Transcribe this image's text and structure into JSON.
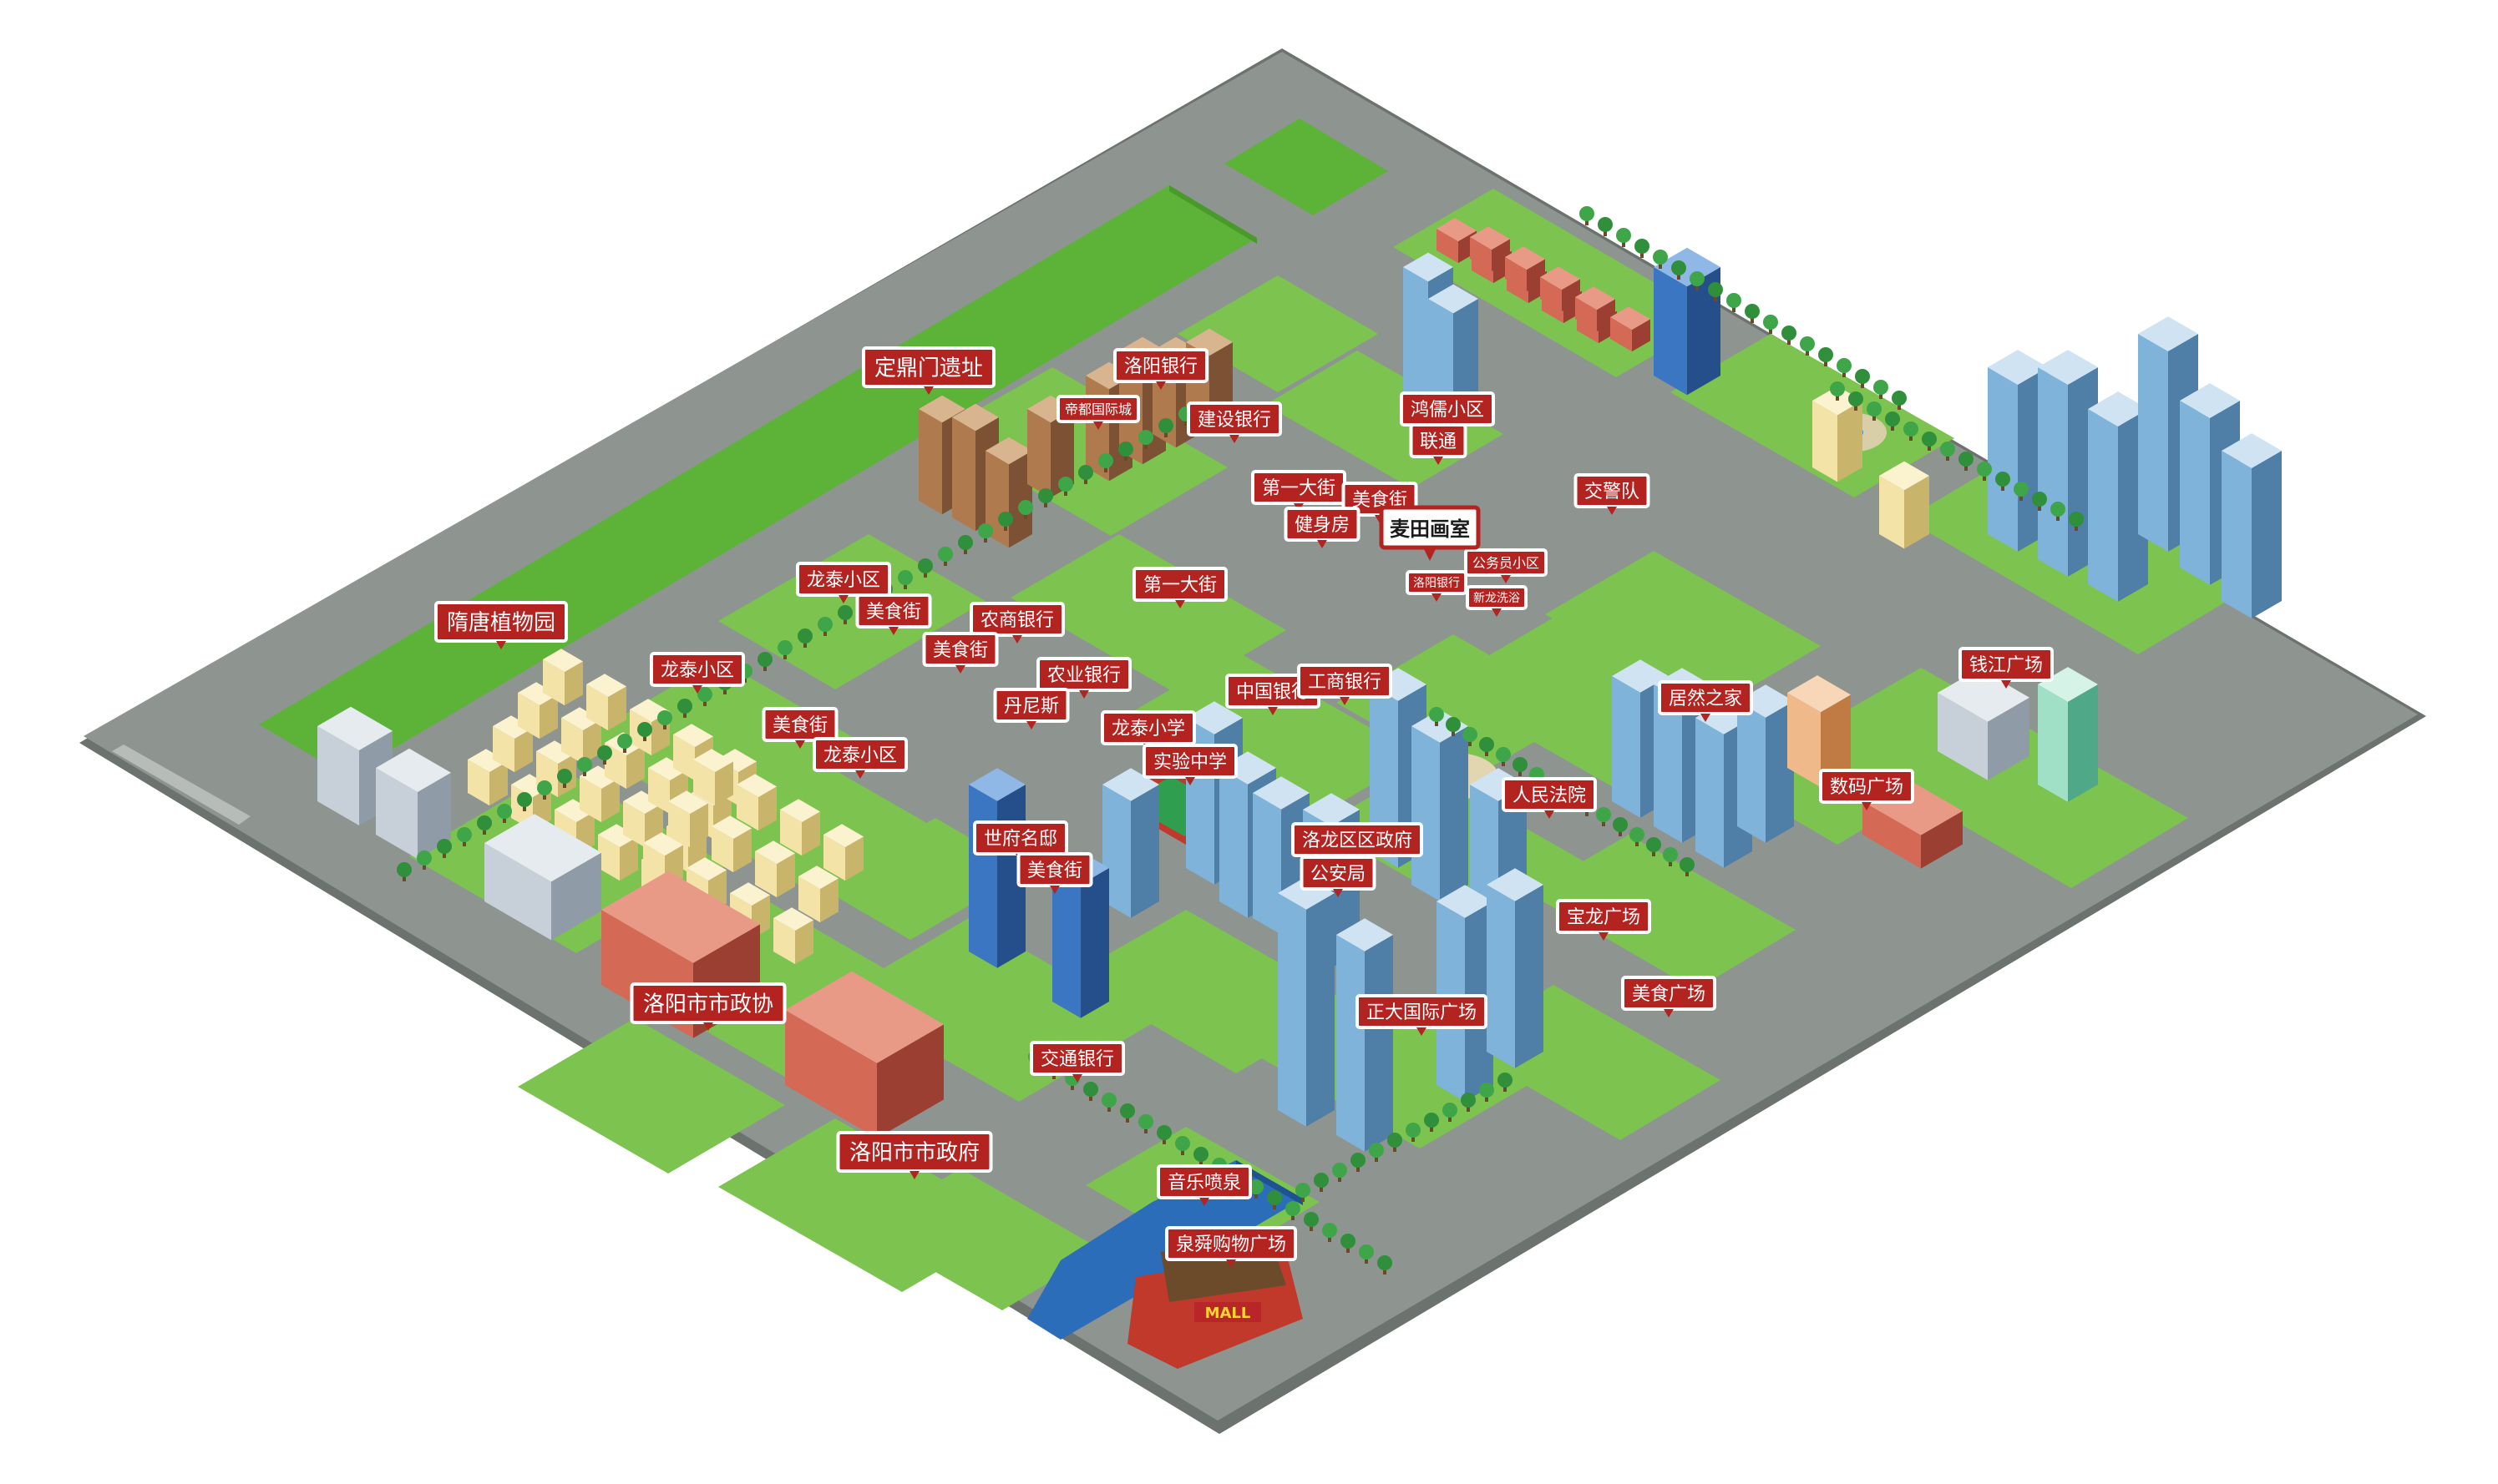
{
  "map": {
    "colors": {
      "road": "#8e9490",
      "road_edge": "#6c726e",
      "grass": "#7cc44f",
      "park": "#5cb338",
      "water": "#2b6db8",
      "label_red": "#b3231f",
      "label_text": "#ffffff",
      "highlight_border": "#b3231f"
    },
    "labels": [
      {
        "id": "dingding",
        "text": "定鼎门遗址",
        "size": "l"
      },
      {
        "id": "suitang",
        "text": "隋唐植物园",
        "size": "l"
      },
      {
        "id": "luoyang-bank",
        "text": "洛阳银行",
        "size": "m"
      },
      {
        "id": "didu",
        "text": "帝都国际城",
        "size": "s"
      },
      {
        "id": "jianshe",
        "text": "建设银行",
        "size": "m"
      },
      {
        "id": "hongbo",
        "text": "鸿儒小区",
        "size": "m"
      },
      {
        "id": "liantong",
        "text": "联通",
        "size": "m"
      },
      {
        "id": "jiaojingdui",
        "text": "交警队",
        "size": "m"
      },
      {
        "id": "diyidajie-1",
        "text": "第一大街",
        "size": "m"
      },
      {
        "id": "meishijie-1",
        "text": "美食街",
        "size": "m"
      },
      {
        "id": "jianshenfang",
        "text": "健身房",
        "size": "m"
      },
      {
        "id": "gongwuyuan",
        "text": "公务员小区",
        "size": "s"
      },
      {
        "id": "luoyang-bank-2",
        "text": "洛阳银行",
        "size": "xs"
      },
      {
        "id": "xinlong",
        "text": "新龙洗浴",
        "size": "xs"
      },
      {
        "id": "longtai-1",
        "text": "龙泰小区",
        "size": "m"
      },
      {
        "id": "meishijie-2",
        "text": "美食街",
        "size": "m"
      },
      {
        "id": "diyidajie-2",
        "text": "第一大街",
        "size": "m"
      },
      {
        "id": "nongshang",
        "text": "农商银行",
        "size": "m"
      },
      {
        "id": "meishijie-3",
        "text": "美食街",
        "size": "m"
      },
      {
        "id": "nongye",
        "text": "农业银行",
        "size": "m"
      },
      {
        "id": "dannisi",
        "text": "丹尼斯",
        "size": "m"
      },
      {
        "id": "longtai-2",
        "text": "龙泰小区",
        "size": "m"
      },
      {
        "id": "zhongguo",
        "text": "中国银行",
        "size": "m"
      },
      {
        "id": "gongshang",
        "text": "工商银行",
        "size": "m"
      },
      {
        "id": "meishijie-4",
        "text": "美食街",
        "size": "m"
      },
      {
        "id": "longtai-3",
        "text": "龙泰小区",
        "size": "m"
      },
      {
        "id": "longtai-xiaoxue",
        "text": "龙泰小学",
        "size": "m"
      },
      {
        "id": "shiyan",
        "text": "实验中学",
        "size": "m"
      },
      {
        "id": "juran",
        "text": "居然之家",
        "size": "m"
      },
      {
        "id": "qianjiang",
        "text": "钱江广场",
        "size": "m"
      },
      {
        "id": "renmin",
        "text": "人民法院",
        "size": "m"
      },
      {
        "id": "shuma",
        "text": "数码广场",
        "size": "m"
      },
      {
        "id": "shifu",
        "text": "世府名邸",
        "size": "m"
      },
      {
        "id": "meishijie-5",
        "text": "美食街",
        "size": "m"
      },
      {
        "id": "luolong-gov",
        "text": "洛龙区区政府",
        "size": "m"
      },
      {
        "id": "gongan",
        "text": "公安局",
        "size": "m"
      },
      {
        "id": "baolong",
        "text": "宝龙广场",
        "size": "m"
      },
      {
        "id": "meishi-guangchang",
        "text": "美食广场",
        "size": "m"
      },
      {
        "id": "zhengda",
        "text": "正大国际广场",
        "size": "m"
      },
      {
        "id": "jiaotong",
        "text": "交通银行",
        "size": "m"
      },
      {
        "id": "zhengxie",
        "text": "洛阳市市政协",
        "size": "l"
      },
      {
        "id": "zhengfu",
        "text": "洛阳市市政府",
        "size": "l"
      },
      {
        "id": "yinyue",
        "text": "音乐喷泉",
        "size": "m"
      },
      {
        "id": "quanshun",
        "text": "泉舜购物广场",
        "size": "m"
      }
    ],
    "highlight": {
      "text": "麦田画室"
    },
    "mall_sign": "MALL"
  }
}
